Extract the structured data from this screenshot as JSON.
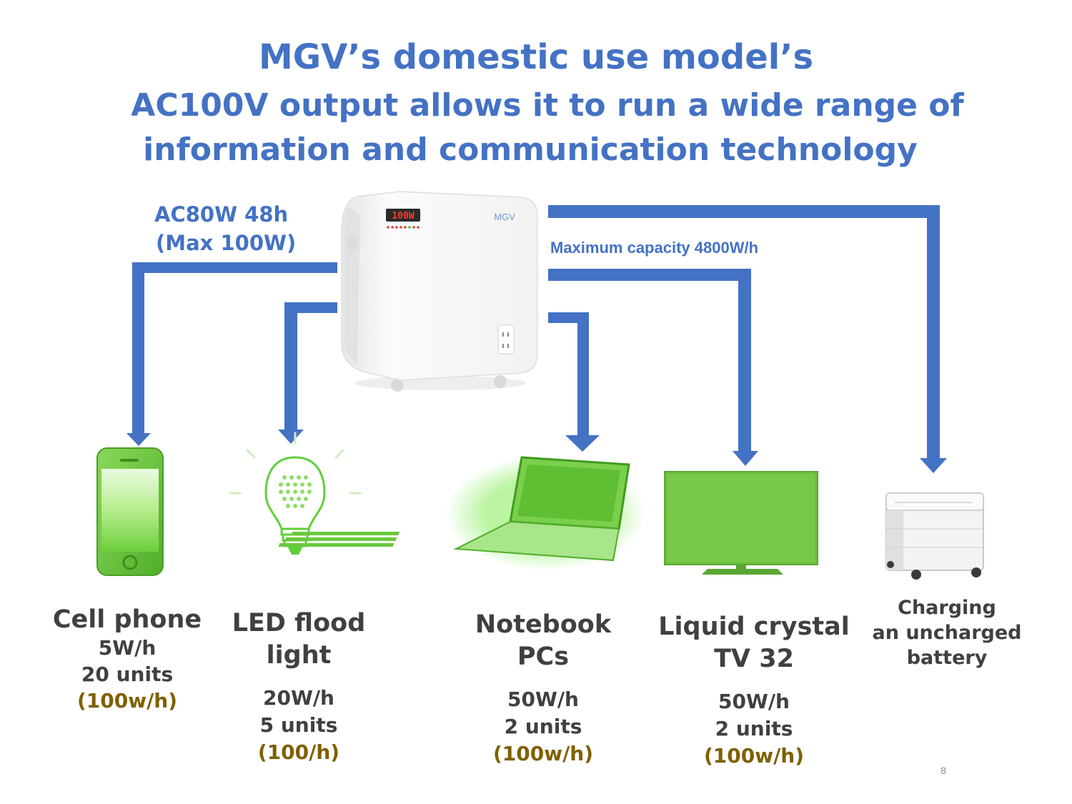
{
  "title": {
    "line1": "MGV’s domestic use model’s",
    "line2": "AC100V output  allows it to run a wide range of",
    "line3": "information and communication technology"
  },
  "device": {
    "display_reading": "100W",
    "brand": "MGV"
  },
  "output": {
    "line1": "AC80W 48h",
    "line2": "(Max 100W)"
  },
  "capacity_label": "Maximum capacity 4800W/h",
  "appliances": [
    {
      "name": "Cell phone",
      "spec_1": "5W/h",
      "spec_2": "20 units",
      "total": "(100w/h)"
    },
    {
      "name_1": "LED flood",
      "name_2": "light",
      "spec_1": "20W/h",
      "spec_2": "5 units",
      "total": "(100/h)"
    },
    {
      "name_1": "Notebook",
      "name_2": "PCs",
      "spec_1": "50W/h",
      "spec_2": "2 units",
      "total": "(100w/h)"
    },
    {
      "name_1": "Liquid crystal",
      "name_2": "TV 32",
      "spec_1": "50W/h",
      "spec_2": "2 units",
      "total": "(100w/h)"
    },
    {
      "name_1": "Charging",
      "name_2": "an uncharged",
      "name_3": "battery"
    }
  ],
  "page_number": "8",
  "colors": {
    "title_blue": "#4472C4",
    "arrow_blue": "#4472C4",
    "text_gray": "#404040",
    "total_olive": "#7F6000",
    "device_green": "#70C24A"
  }
}
